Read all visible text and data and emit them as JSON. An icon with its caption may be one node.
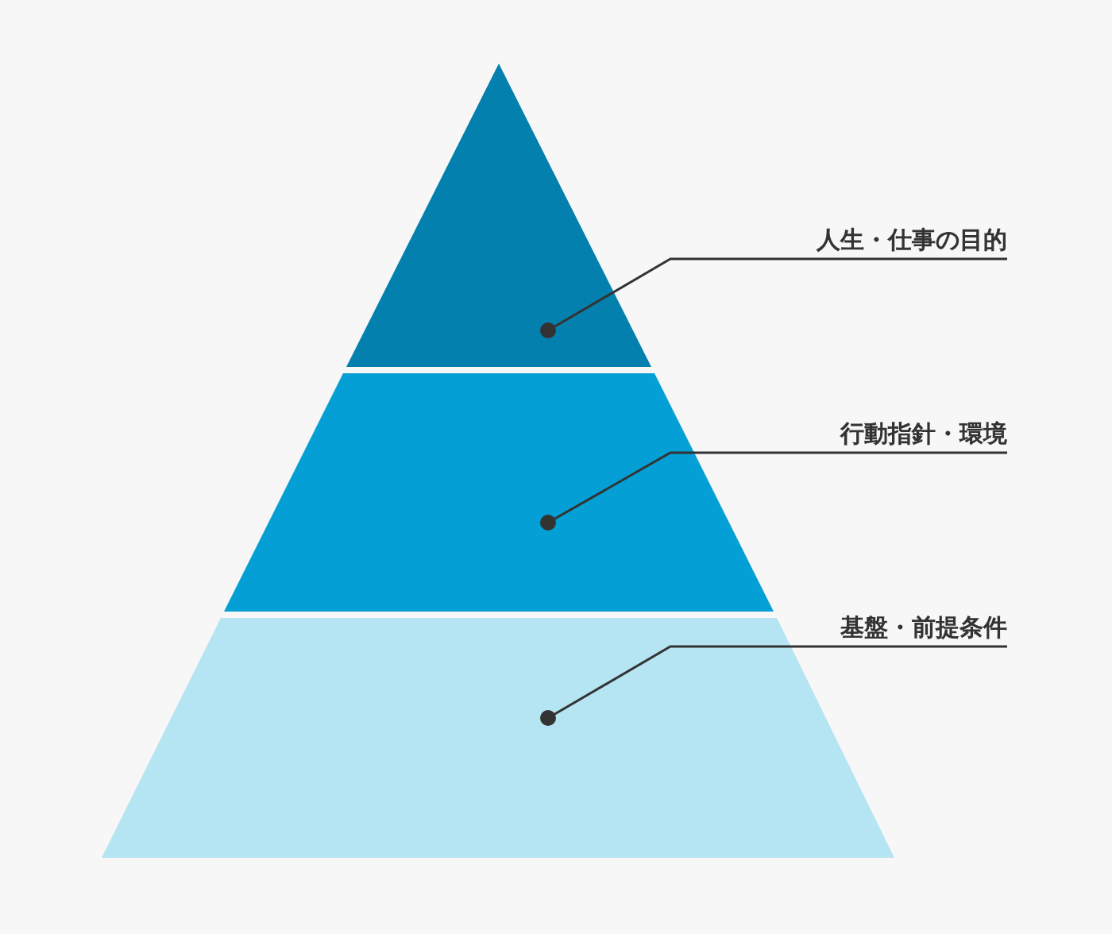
{
  "diagram": {
    "nodes": [
      {
        "text": [],
        "shape": "triangle"
      },
      {
        "text": [
          "人生・仕事の目的"
        ]
      },
      {
        "text": [],
        "shape": "band"
      },
      {
        "text": [
          "行動指針・環境"
        ]
      },
      {
        "text": [],
        "shape": "band"
      },
      {
        "text": [
          "基盤・前提条件"
        ]
      }
    ],
    "edges": [
      {
        "from": 1,
        "to": 0,
        "arrow": "other"
      },
      {
        "from": 3,
        "to": 2,
        "arrow": "other"
      },
      {
        "from": 5,
        "to": 4,
        "arrow": "other"
      }
    ]
  }
}
